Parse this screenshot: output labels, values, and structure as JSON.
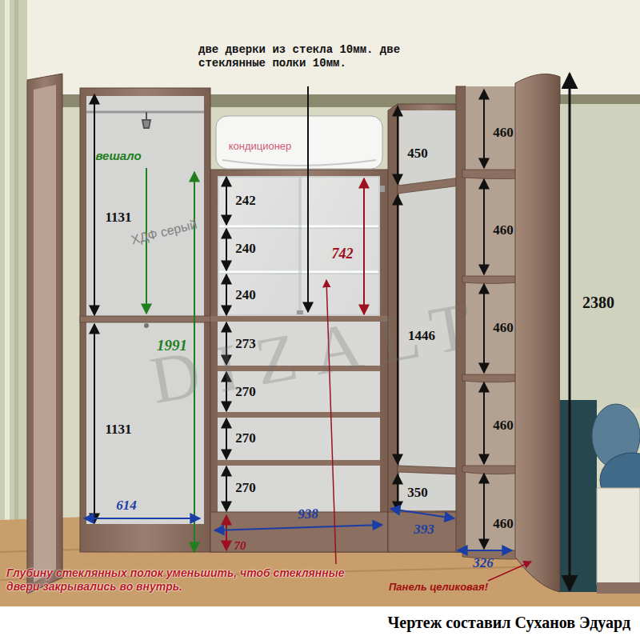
{
  "diagram": {
    "caption": "Чертеж составил Суханов Эдуард",
    "labels": [
      "две дверки из стекла 10мм. две стеклянные полки 10мм.",
      "вешало",
      "кондиционер",
      "ХДФ серый",
      "1131",
      "1131",
      "1991",
      "242",
      "240",
      "240",
      "273",
      "270",
      "270",
      "270",
      "70",
      "742",
      "450",
      "1446",
      "350",
      "460",
      "460",
      "460",
      "460",
      "460",
      "2380",
      "614",
      "938",
      "393",
      "326",
      "Глубину стеклянных полок уменьшить, чтоб стеклянные двери закрывались во внутрь.",
      "Панель целиковая!",
      "DIZALT"
    ]
  }
}
